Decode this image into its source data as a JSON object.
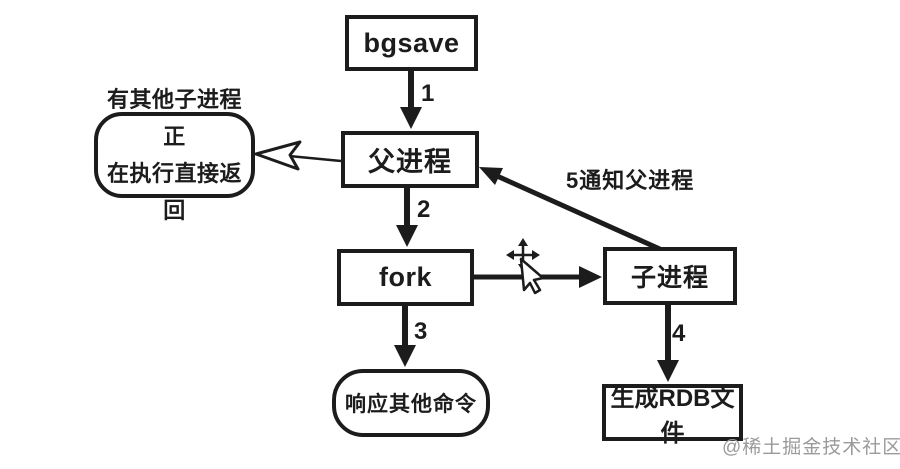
{
  "diagram": {
    "title_hint": "bgsave flow diagram",
    "nodes": {
      "bgsave": {
        "label": "bgsave"
      },
      "parent_process": {
        "label": "父进程"
      },
      "early_return": {
        "line1": "有其他子进程正",
        "line2": "在执行直接返回"
      },
      "fork": {
        "label": "fork"
      },
      "child_process": {
        "label": "子进程"
      },
      "respond_other": {
        "label": "响应其他命令"
      },
      "generate_rdb": {
        "label": "生成RDB文件"
      }
    },
    "edges": {
      "step1": {
        "label": "1"
      },
      "step2": {
        "label": "2"
      },
      "step3": {
        "label": "3"
      },
      "step4": {
        "label": "4"
      },
      "step5": {
        "label": "5通知父进程"
      }
    },
    "colors": {
      "stroke": "#1c1c1c",
      "background": "#ffffff",
      "watermark": "#9a9a9a"
    },
    "icons": {
      "cursor": "move-cursor-icon"
    }
  },
  "watermark": {
    "text": "@稀土掘金技术社区"
  }
}
